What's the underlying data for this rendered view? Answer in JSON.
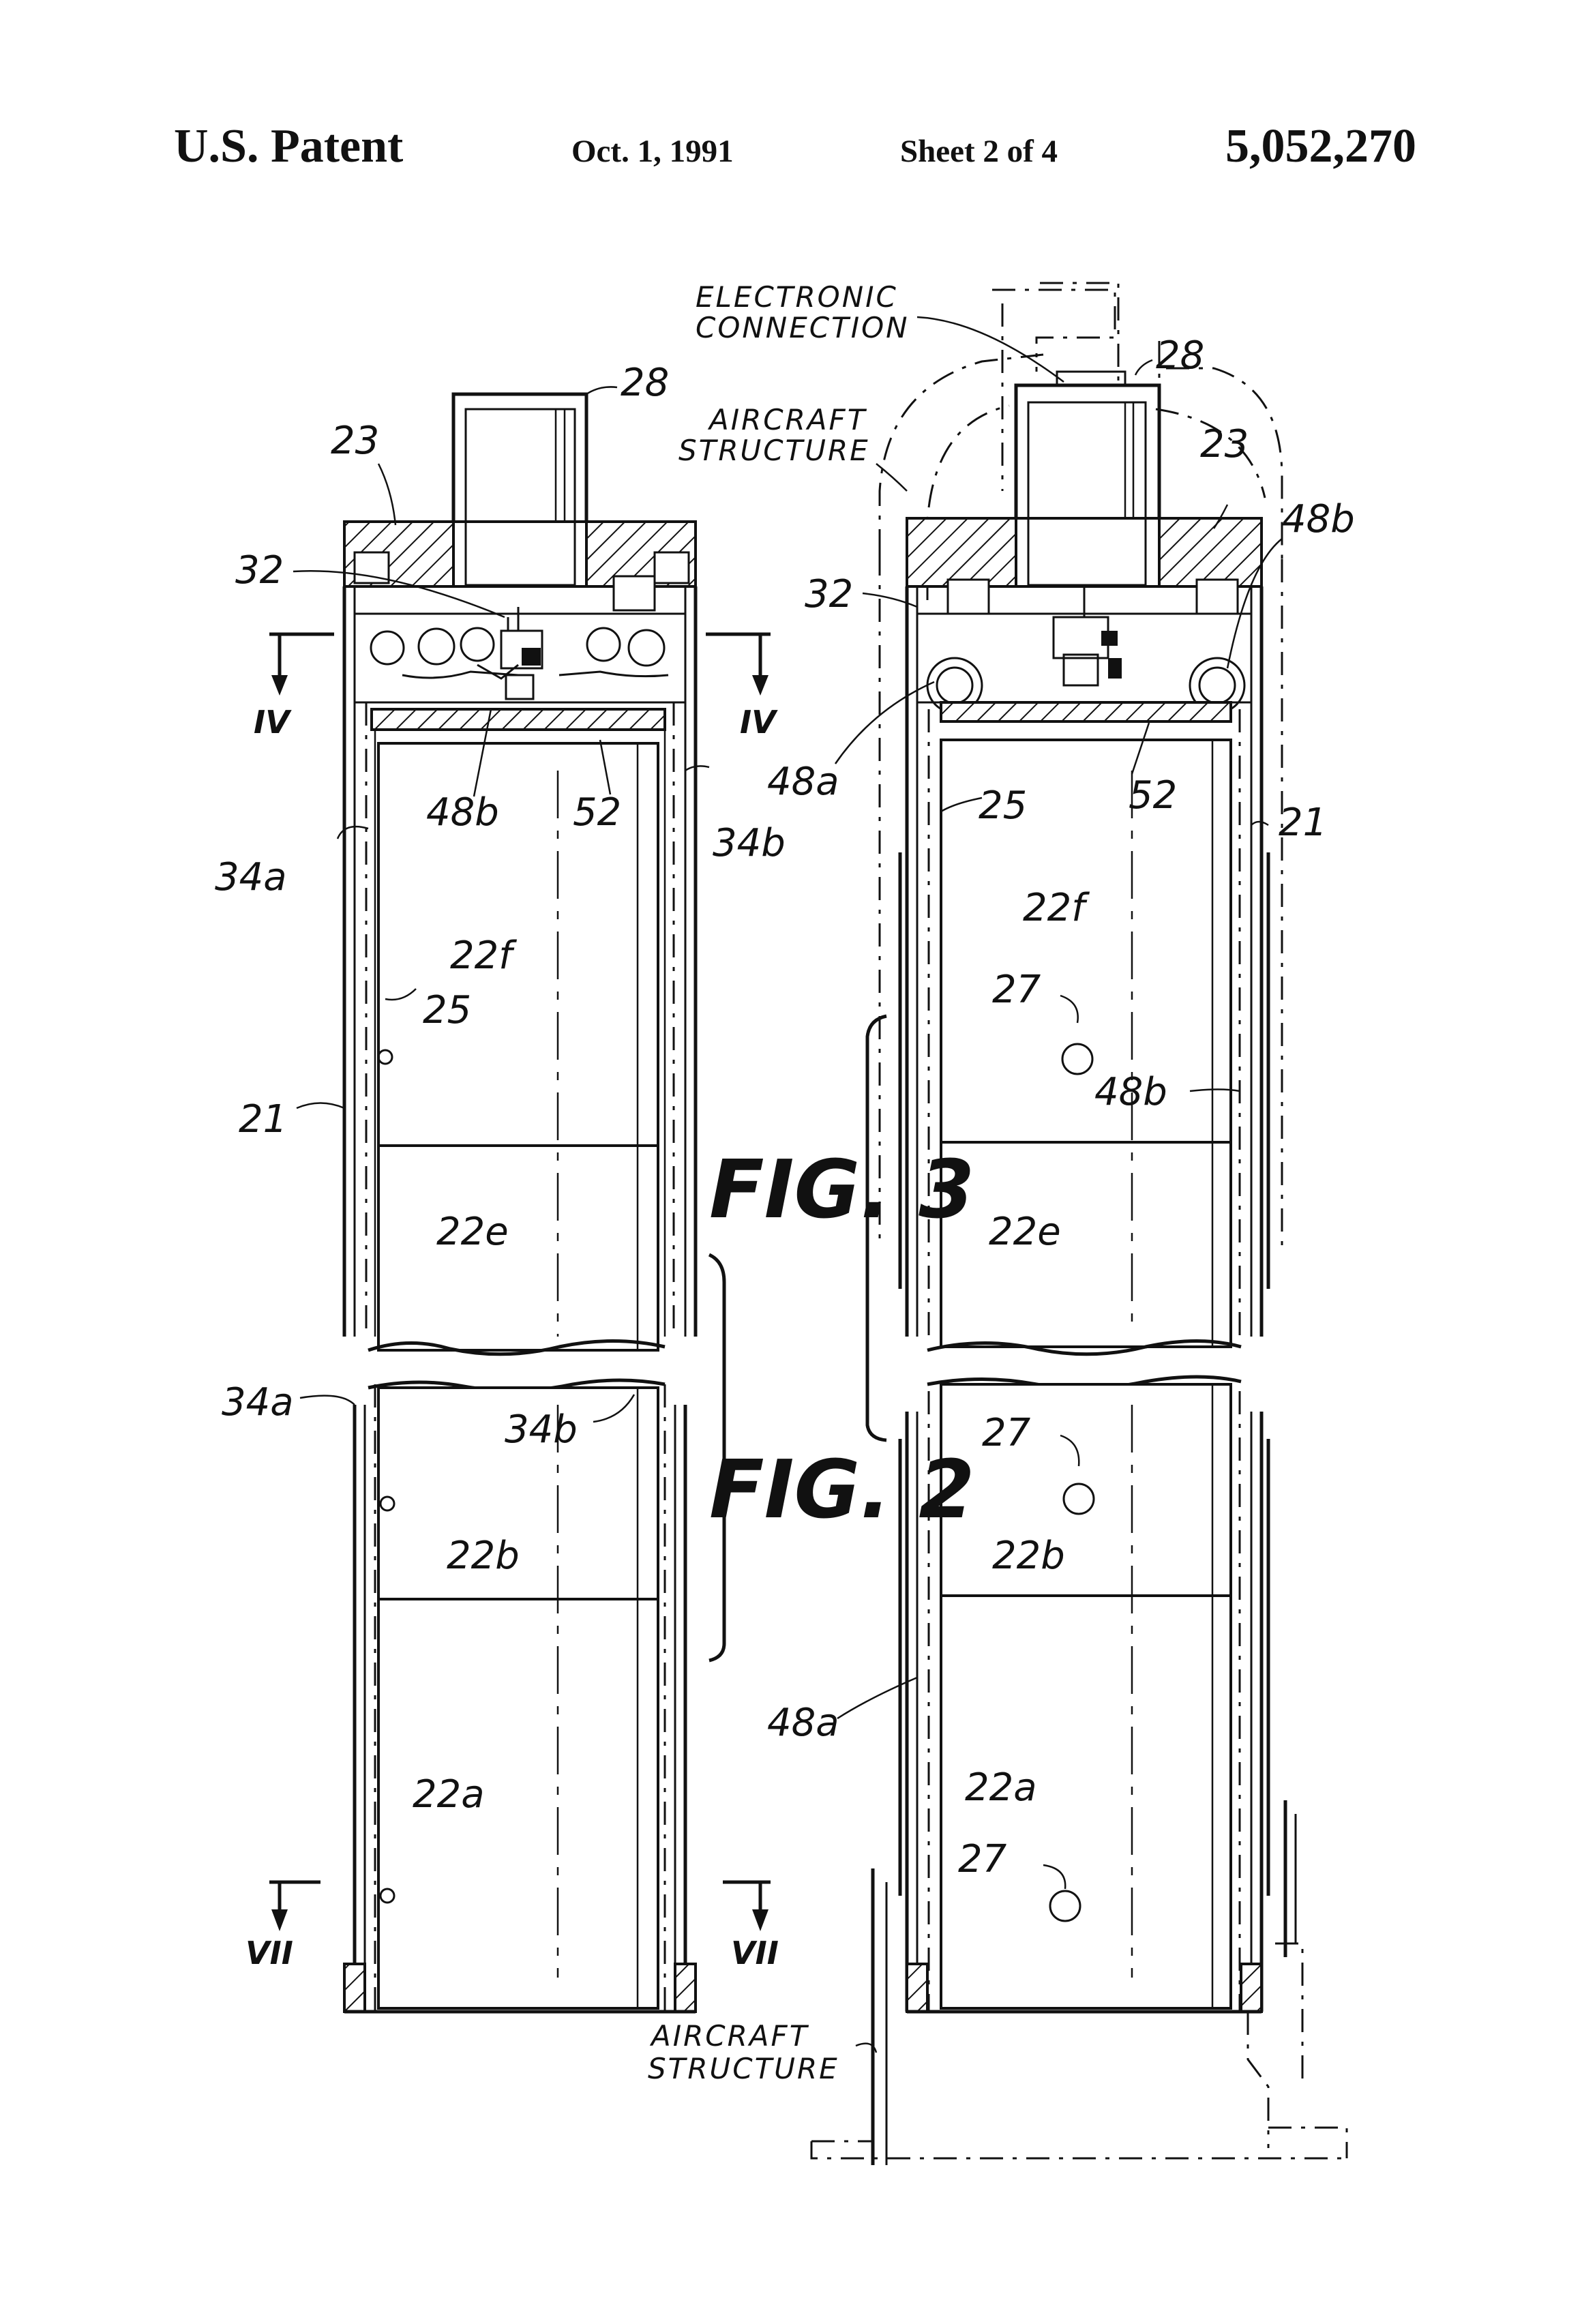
{
  "header": {
    "left": "U.S. Patent",
    "date": "Oct. 1, 1991",
    "sheet": "Sheet 2 of 4",
    "number": "5,052,270"
  },
  "figures": {
    "fig2": "FIG. 2",
    "fig3": "FIG. 3"
  },
  "captions": {
    "electronic_1": "ELECTRONIC",
    "electronic_2": "CONNECTION",
    "aircraft_top_1": "AIRCRAFT",
    "aircraft_top_2": "STRUCTURE",
    "aircraft_bottom_1": "AIRCRAFT",
    "aircraft_bottom_2": "STRUCTURE"
  },
  "section_marks": {
    "iv": "IV",
    "vii": "VII"
  },
  "left_view": {
    "labels": {
      "l28": "28",
      "l23": "23",
      "l32": "32",
      "l48b": "48b",
      "l52": "52",
      "l34a_top": "34a",
      "l34b_top": "34b",
      "l22f": "22f",
      "l25": "25",
      "l21": "21",
      "l22e": "22e",
      "l34a_bottom": "34a",
      "l34b_bottom": "34b",
      "l22b": "22b",
      "l22a": "22a"
    }
  },
  "right_view": {
    "labels": {
      "l28": "28",
      "l23": "23",
      "l48b_top": "48b",
      "l32": "32",
      "l48a_top": "48a",
      "l52": "52",
      "l25": "25",
      "l21": "21",
      "l22f": "22f",
      "l27_top": "27",
      "l48b_mid": "48b",
      "l22e": "22e",
      "l27_mid": "27",
      "l22b": "22b",
      "l48a_bottom": "48a",
      "l22a": "22a",
      "l27_bottom": "27"
    }
  }
}
